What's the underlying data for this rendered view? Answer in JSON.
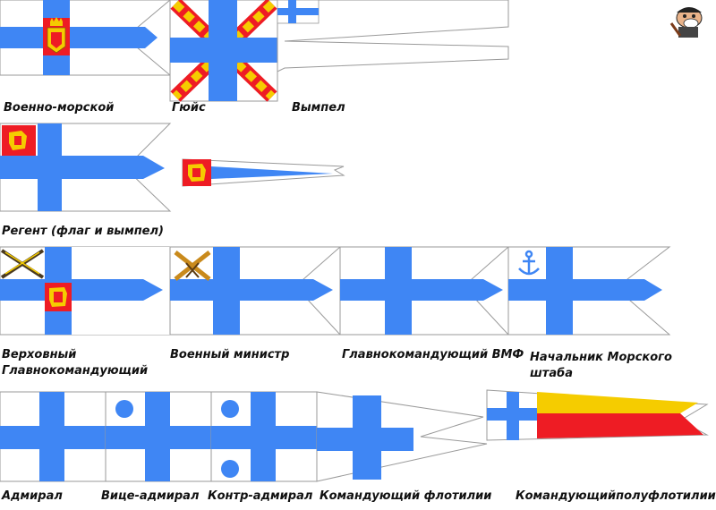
{
  "colors": {
    "blue": "#3f86f4",
    "outline": "#9a9a9a",
    "red": "#ee1c24",
    "gold": "#f5cc00",
    "background": "#ffffff"
  },
  "icons": {
    "arms": "lion-coat-of-arms-icon",
    "crossed_swords": "crossed-swords-icon",
    "cannons": "crossed-cannons-icon",
    "anchor": "anchor-icon",
    "mascot": "pirate-cartoon-icon"
  },
  "flags": [
    {
      "id": "navy",
      "label": "Военно-морской"
    },
    {
      "id": "jack",
      "label": "Гюйс"
    },
    {
      "id": "pennant",
      "label": "Вымпел"
    },
    {
      "id": "regent",
      "label": "Регент (флаг и вымпел)"
    },
    {
      "id": "supreme",
      "label_line1": "Верховный",
      "label_line2": "Главнокомандующий"
    },
    {
      "id": "minister",
      "label": "Военный министр"
    },
    {
      "id": "navy-chief",
      "label": "Главнокомандующий ВМФ"
    },
    {
      "id": "staff-chief",
      "label_line1": "Начальник Морского",
      "label_line2": "штаба"
    },
    {
      "id": "admiral",
      "label": "Адмирал"
    },
    {
      "id": "vice-admiral",
      "label": "Вице-адмирал"
    },
    {
      "id": "rear-admiral",
      "label": "Контр-адмирал"
    },
    {
      "id": "flotilla",
      "label": "Командующий флотилии"
    },
    {
      "id": "half-flotilla",
      "label": "Командующийполуфлотилии"
    }
  ]
}
